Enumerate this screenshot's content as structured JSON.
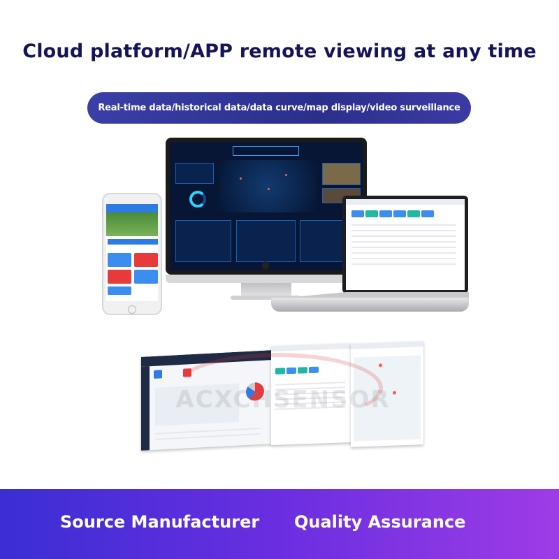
{
  "headline": "Cloud platform/APP remote viewing at any time",
  "subtitle": "Real-time data/historical data/data curve/map display/video surveillance",
  "watermark": "ACXCHSENSOR",
  "features": {
    "left": "Source Manufacturer",
    "right": "Quality Assurance"
  },
  "colors": {
    "headline": "#14145a",
    "pill": "#2b2f8c",
    "banner_start": "#3b2ed4",
    "banner_end": "#9d3ce6"
  },
  "icons": {
    "apple_logo": "apple-icon"
  }
}
